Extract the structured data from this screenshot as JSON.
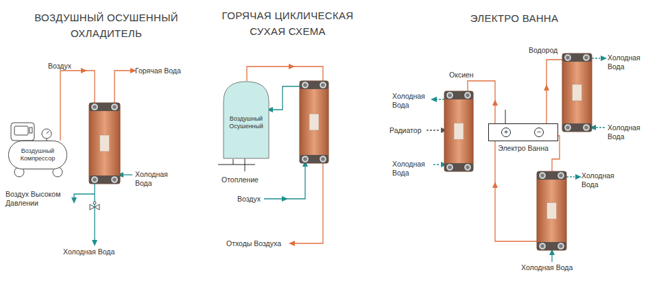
{
  "diagram": {
    "nodes": [
      {
        "text": [
          "Воздушный Компрессор"
        ]
      },
      {
        "text": [
          "Воздушный Осушенный"
        ]
      },
      {
        "text": [
          "Электро Ванна"
        ]
      }
    ],
    "labels": [
      "ВОЗДУШНЫЙ ОСУШЕННЫЙ ОХЛАДИТЕЛЬ",
      "Воздух",
      "Горячая Вода",
      "Холодная Вода",
      "Воздух Высоком Давлении",
      "Холодная Вода",
      "ГОРЯЧАЯ ЦИКЛИЧЕСКАЯ СУХАЯ СХЕМА",
      "Отопление",
      "Воздух",
      "Отходы Воздуха",
      "ЭЛЕКТРО ВАННА",
      "Водород",
      "Оксиен",
      "Холодная Вода",
      "Радиатор",
      "Холодная Вода",
      "Холодная Вода",
      "Холодная Вода",
      "+",
      "−",
      "Холодная Вода",
      "Холодная Вода"
    ]
  }
}
